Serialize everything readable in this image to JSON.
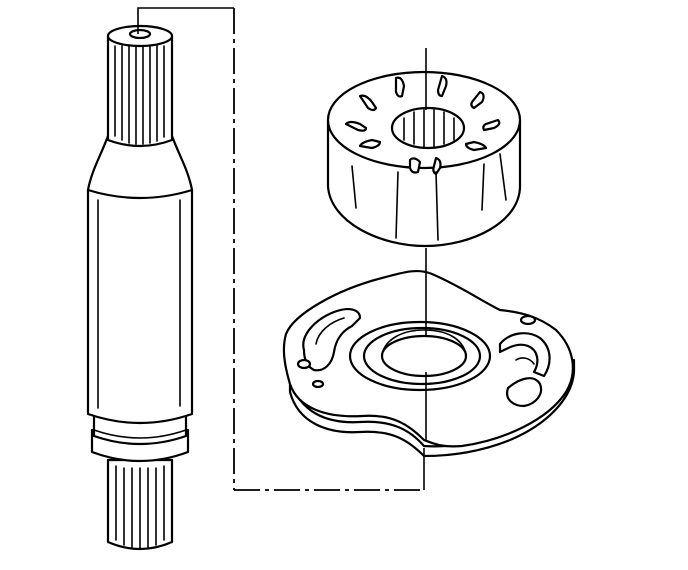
{
  "figure": {
    "parts": [
      "splined-shaft",
      "rotor",
      "port-plate"
    ],
    "leader_style": "dash-dot",
    "colors": {
      "ink": "#000000",
      "paper": "#ffffff"
    }
  }
}
